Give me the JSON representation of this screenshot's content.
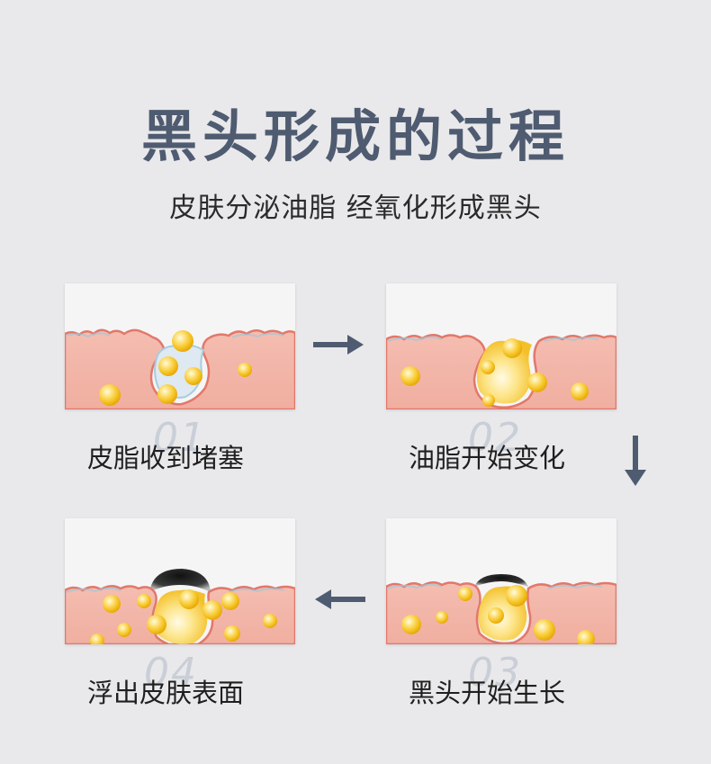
{
  "header": {
    "title": "黑头形成的过程",
    "subtitle": "皮肤分泌油脂 经氧化形成黑头"
  },
  "steps": [
    {
      "number": "01",
      "label": "皮脂收到堵塞"
    },
    {
      "number": "02",
      "label": "油脂开始变化"
    },
    {
      "number": "03",
      "label": "黑头开始生长"
    },
    {
      "number": "04",
      "label": "浮出皮肤表面"
    }
  ],
  "colors": {
    "title": "#4f5b70",
    "arrow": "#4f5b70",
    "skin": "#f1b7aa",
    "skin_edge": "#e2786a",
    "oil": "#f7c62e",
    "number": "#c9ced7"
  }
}
